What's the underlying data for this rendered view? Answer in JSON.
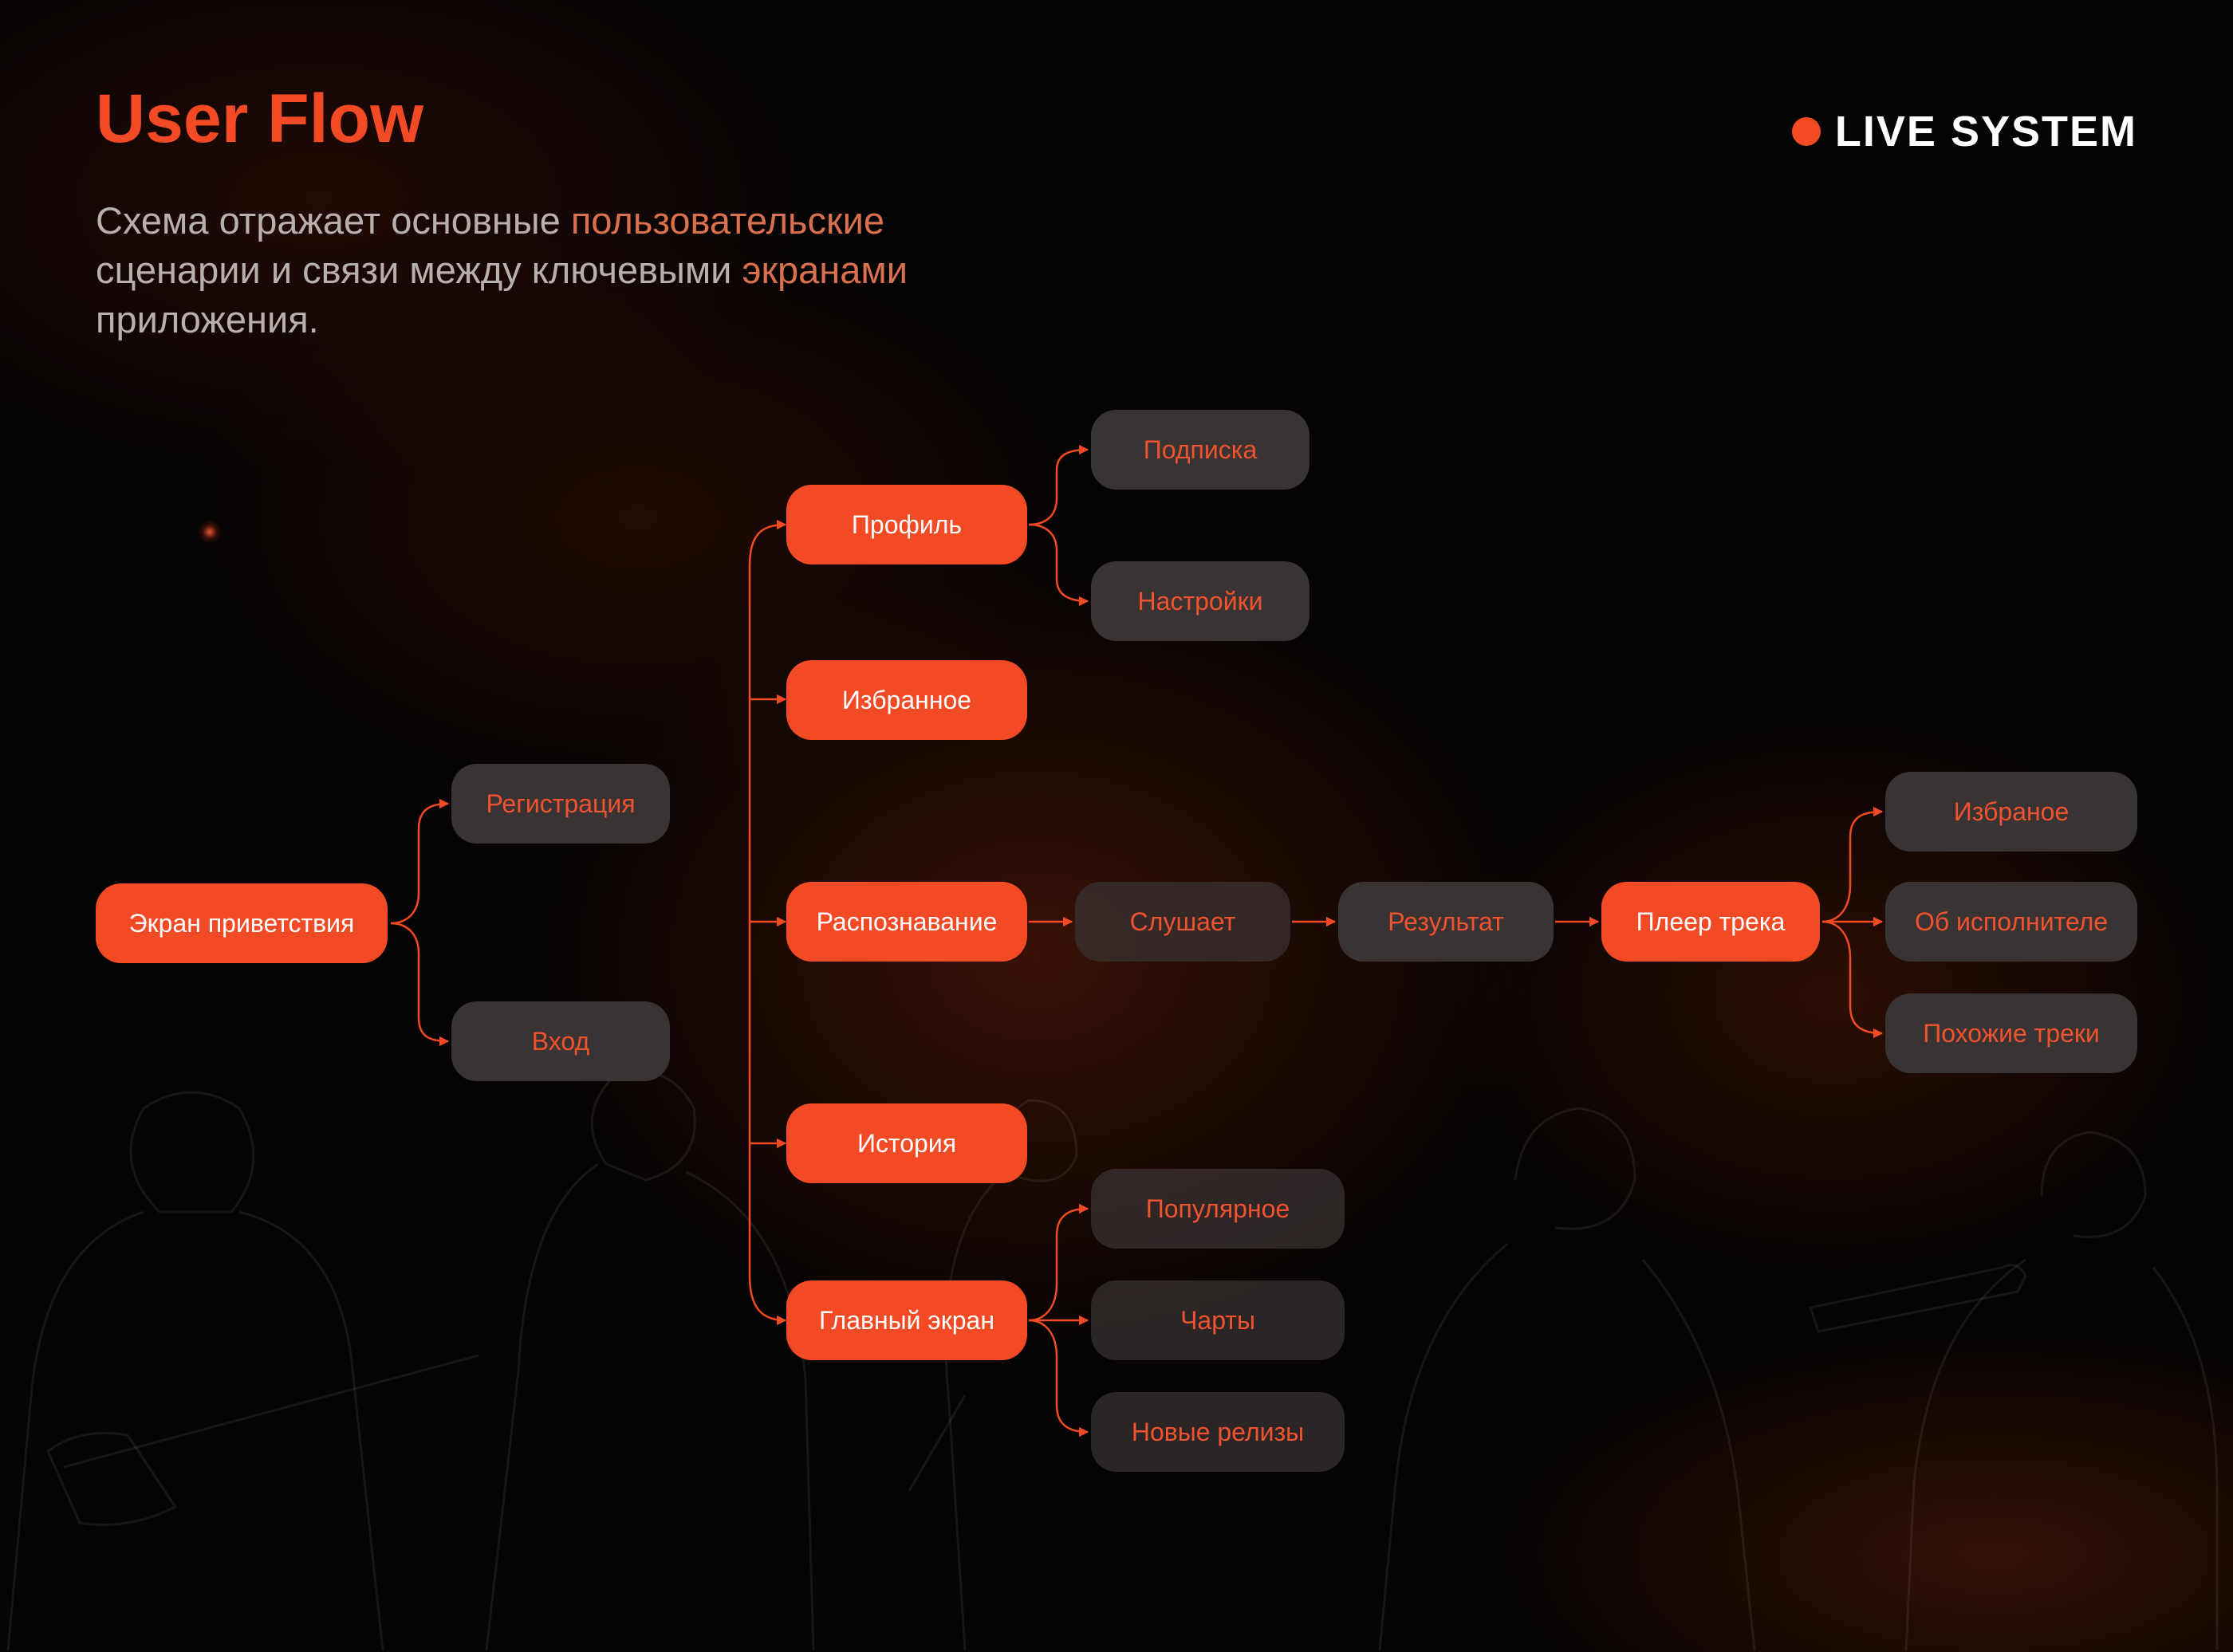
{
  "header": {
    "title": "User Flow",
    "badge_label": "LIVE SYSTEM",
    "subtitle_parts": [
      {
        "text": "Схема отражает основные ",
        "highlight": false
      },
      {
        "text": "пользовательские",
        "highlight": true
      },
      {
        "text": " сценарии и связи между ключевыми ",
        "highlight": false
      },
      {
        "text": "экранами",
        "highlight": true
      },
      {
        "text": " приложения.",
        "highlight": false
      }
    ]
  },
  "colors": {
    "accent": "#f24a24",
    "node_secondary": "#3a3333",
    "background": "#050303",
    "text_secondary": "#b8b0ad"
  },
  "nodes": {
    "welcome": "Экран приветствия",
    "register": "Регистрация",
    "login": "Вход",
    "profile": "Профиль",
    "subscription": "Подписка",
    "settings": "Настройки",
    "favorites": "Избранное",
    "recognition": "Распознавание",
    "listening": "Слушает",
    "result": "Результат",
    "player": "Плеер трека",
    "fav_track": "Избраное",
    "artist": "Об исполнителе",
    "similar": "Похожие треки",
    "history": "История",
    "home": "Главный экран",
    "popular": "Популярное",
    "charts": "Чарты",
    "new_releases": "Новые релизы"
  }
}
